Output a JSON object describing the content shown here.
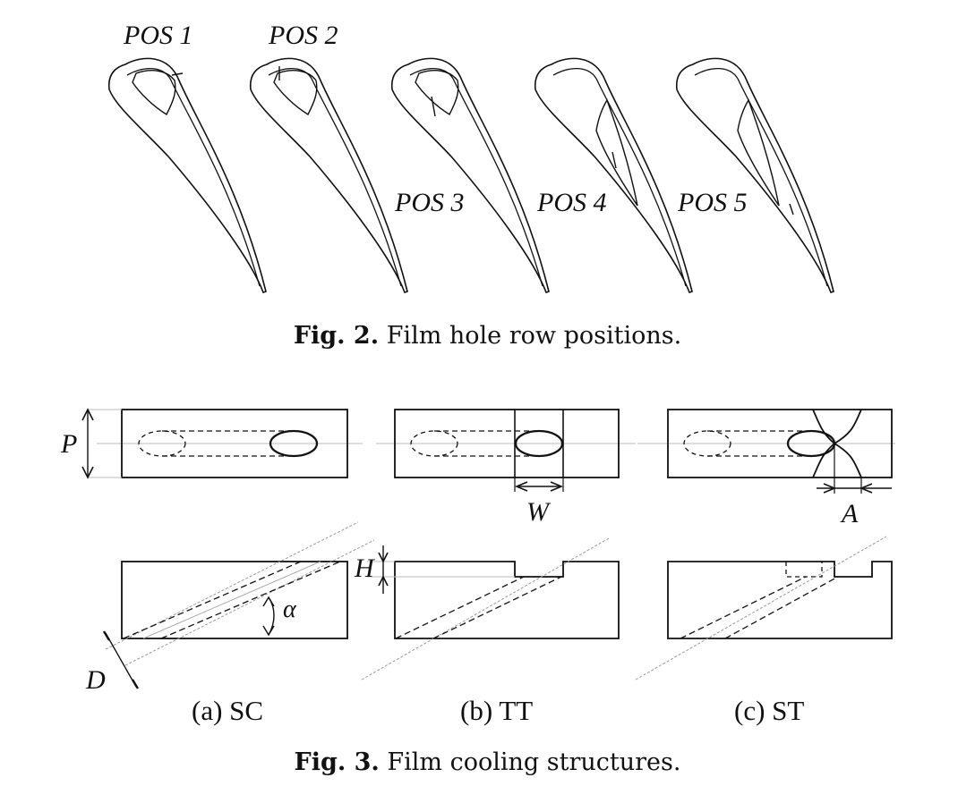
{
  "figure2": {
    "labels": [
      "POS 1",
      "POS 2",
      "POS 3",
      "POS 4",
      "POS 5"
    ],
    "caption_number": "Fig. 2.",
    "caption_text": "Film hole row positions."
  },
  "figure3": {
    "dimension_labels": {
      "P": "P",
      "W": "W",
      "A": "A",
      "H": "H",
      "alpha": "α",
      "D": "D"
    },
    "panels": [
      "(a) SC",
      "(b) TT",
      "(c) ST"
    ],
    "caption_number": "Fig. 3.",
    "caption_text": "Film cooling structures."
  }
}
